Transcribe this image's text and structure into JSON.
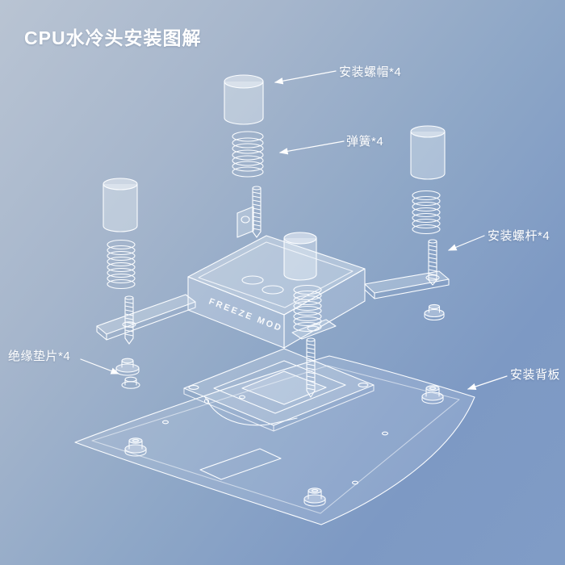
{
  "title": "CPU水冷头安装图解",
  "labels": {
    "nut": "安装螺帽*4",
    "spring": "弹簧*4",
    "screw": "安装螺杆*4",
    "washer": "绝缘垫片*4",
    "backplate": "安装背板"
  },
  "diagram": {
    "block_text": "FREEZE  MOD"
  },
  "colors": {
    "background_top": "#b9c4d3",
    "background_bottom": "#7d99c4",
    "line": "#fbfdff",
    "text": "#ffffff"
  }
}
